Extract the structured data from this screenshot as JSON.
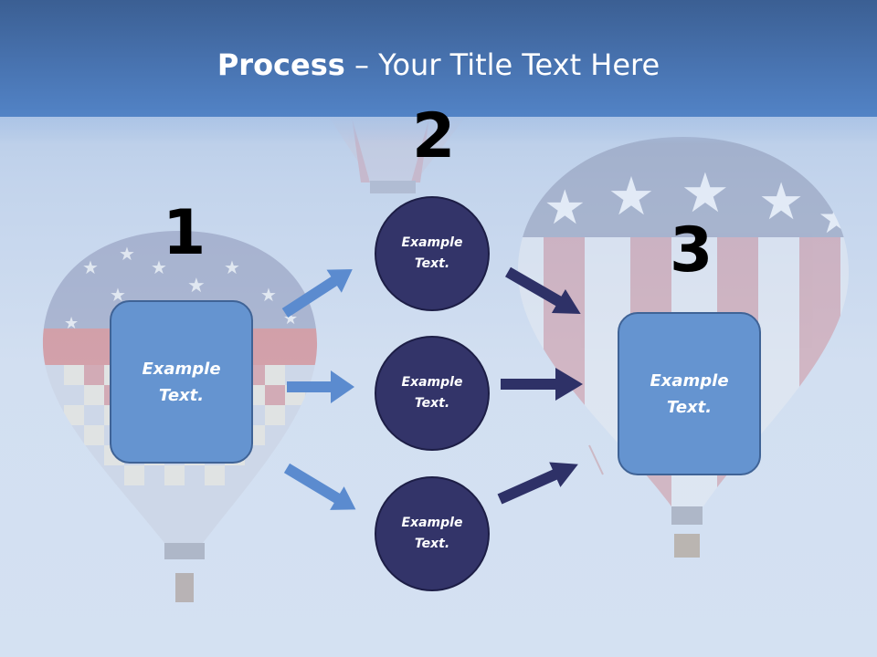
{
  "slide": {
    "title_bold": "Process",
    "title_rest": " – Your Title Text Here",
    "colors": {
      "header_top": "#3b5f93",
      "header_bottom": "#5283c6",
      "box_fill": "#6594d0",
      "box_border": "#3f6396",
      "circle_fill": "#333469",
      "arrow_light": "#5b8bcf",
      "arrow_dark": "#2e3167"
    }
  },
  "steps": [
    {
      "number": "1",
      "box_line1": "Example",
      "box_line2": "Text."
    },
    {
      "number": "2"
    },
    {
      "number": "3",
      "box_line1": "Example",
      "box_line2": "Text."
    }
  ],
  "circles": [
    {
      "line1": "Example",
      "line2": "Text."
    },
    {
      "line1": "Example",
      "line2": "Text."
    },
    {
      "line1": "Example",
      "line2": "Text."
    }
  ],
  "background_images": [
    "hot-air-balloon-left",
    "hot-air-balloon-center-faded",
    "hot-air-balloon-right"
  ]
}
